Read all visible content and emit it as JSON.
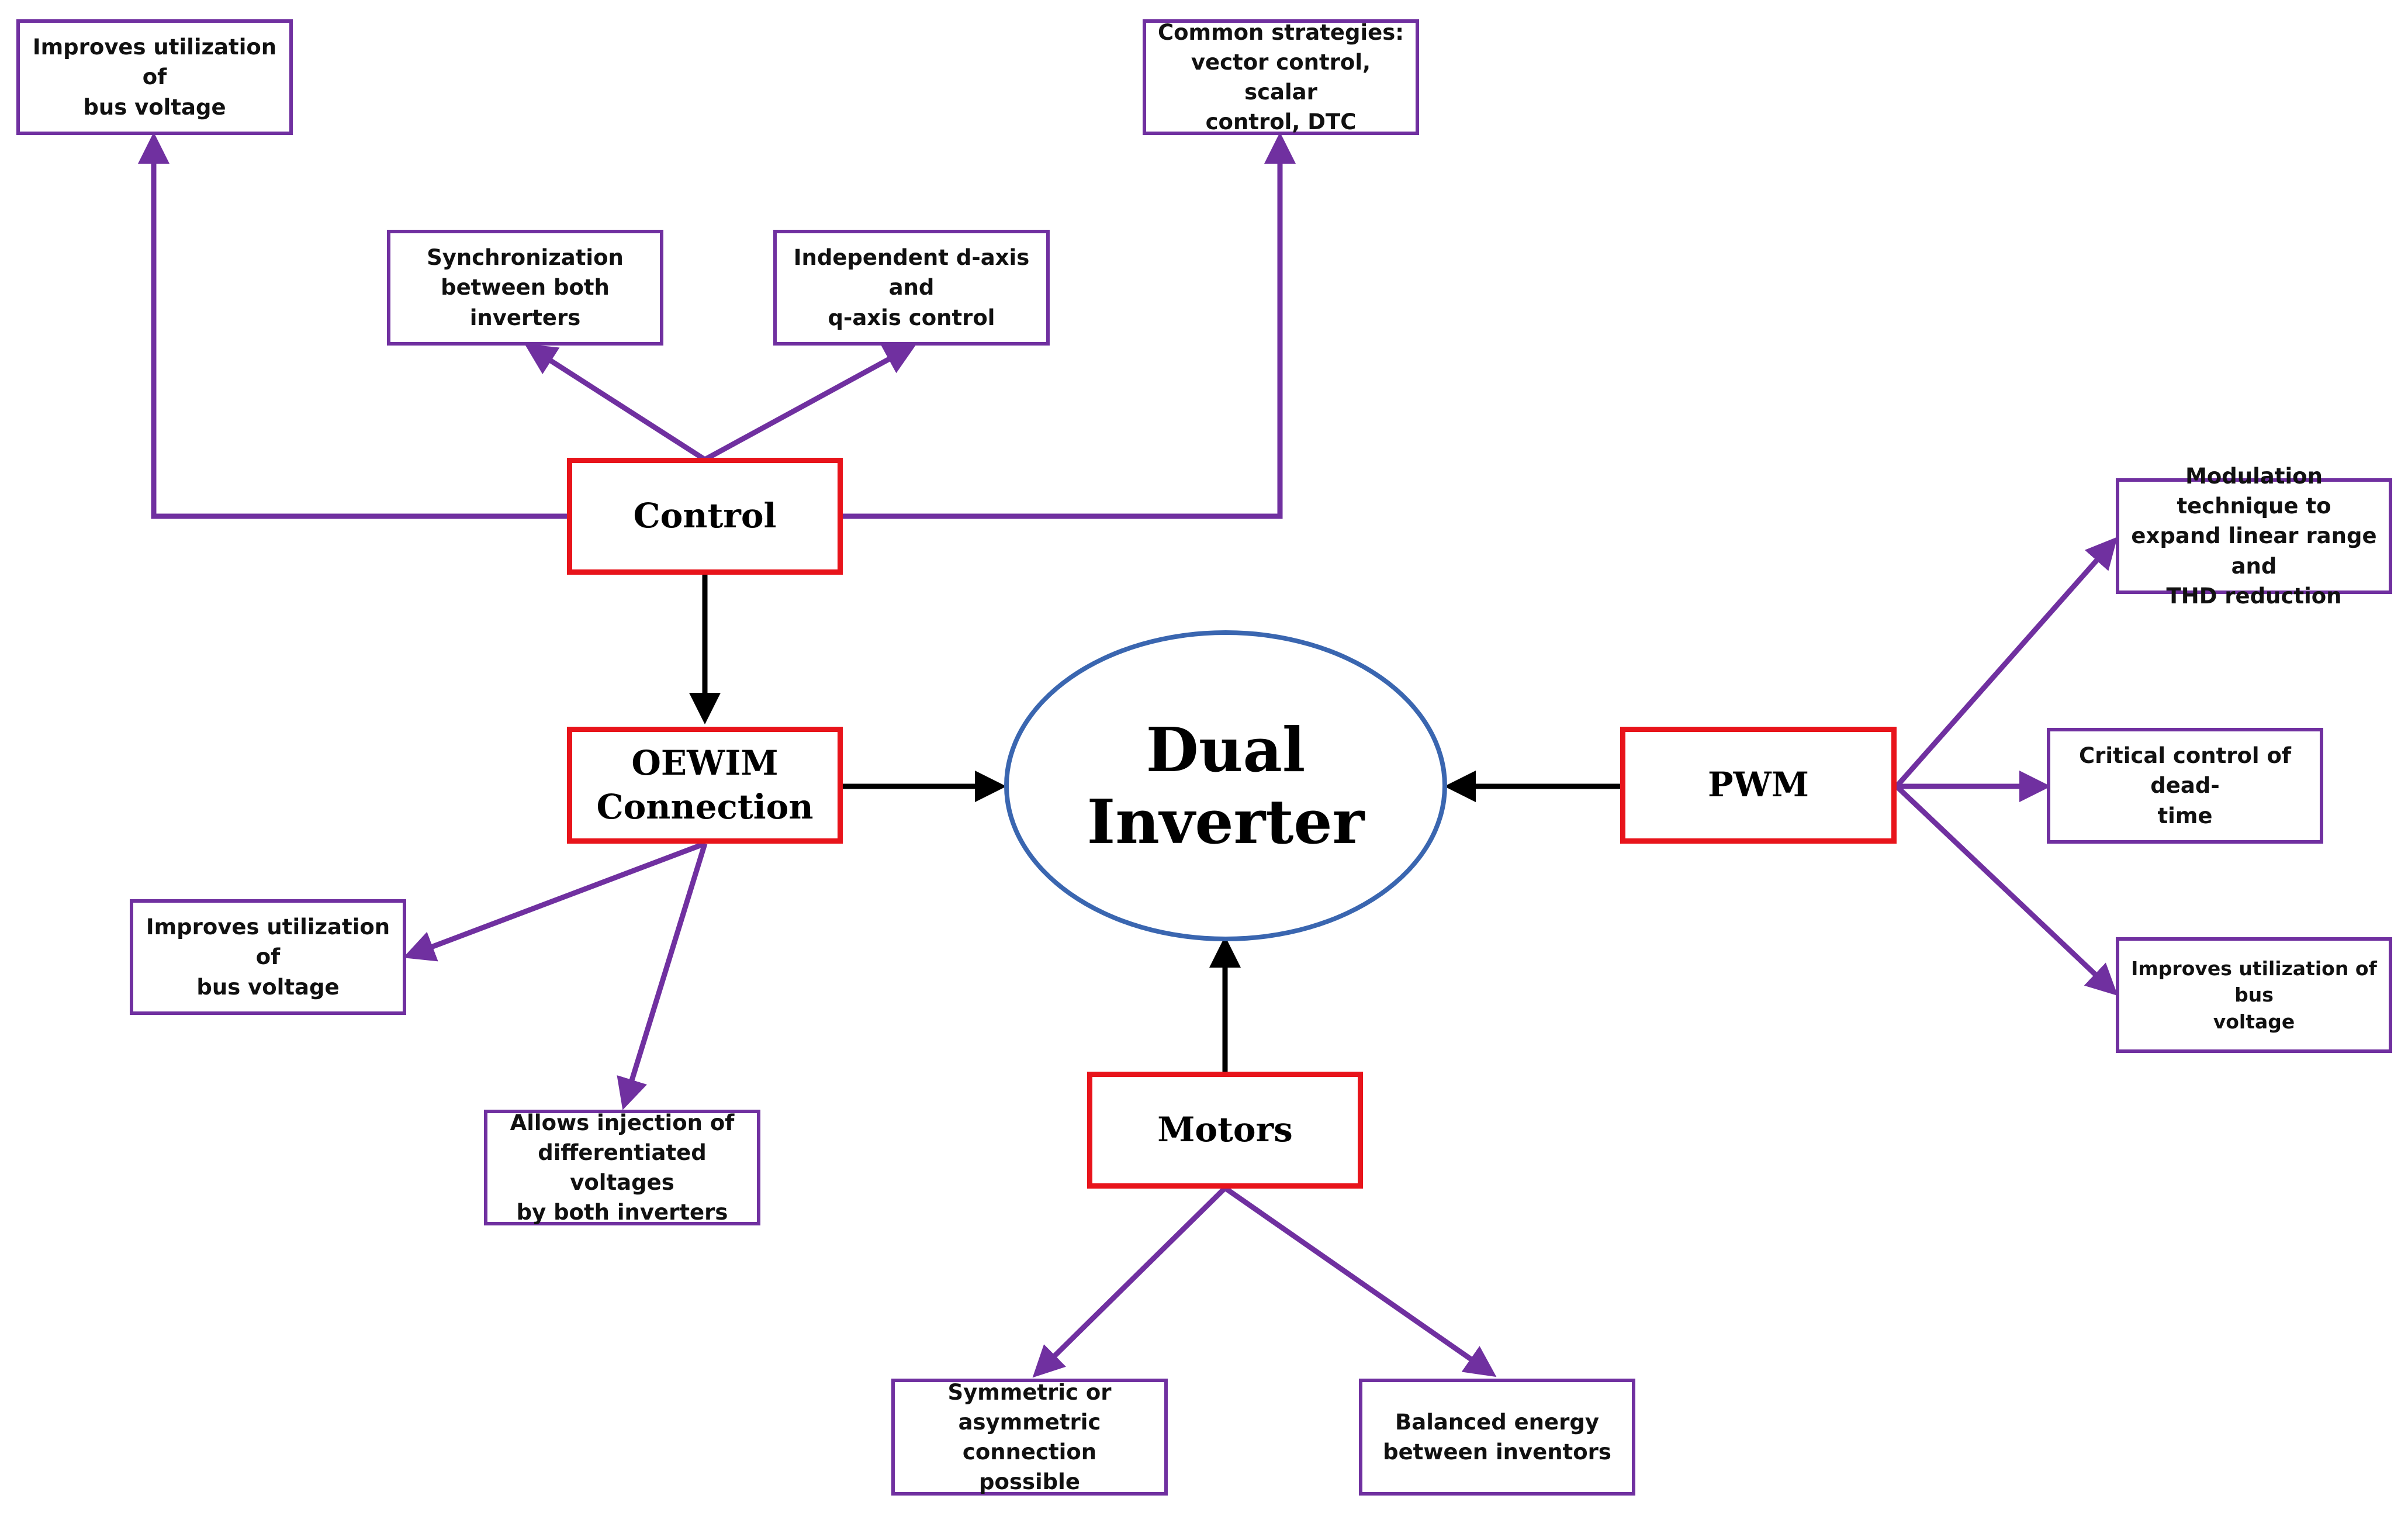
{
  "center": {
    "label": "Dual Inverter"
  },
  "hubs": {
    "control": "Control",
    "oewim": "OEWIM\nConnection",
    "pwm": "PWM",
    "motors": "Motors"
  },
  "leaves": {
    "control_bus_voltage": "Improves utilization of\nbus voltage",
    "control_strategies": "Common strategies:\nvector control, scalar\ncontrol, DTC",
    "control_sync": "Synchronization\nbetween both inverters",
    "control_dq": "Independent d-axis and\nq-axis control",
    "pwm_modulation": "Modulation technique to\nexpand linear range and\nTHD reduction",
    "pwm_deadtime": "Critical control of dead-\ntime",
    "pwm_bus_voltage": "Improves utilization of bus\nvoltage",
    "oewim_bus_voltage": "Improves utilization of\nbus voltage",
    "oewim_injection": "Allows injection of\ndifferentiated voltages\nby both inverters",
    "motors_symmetric": "Symmetric or\nasymmetric connection\npossible",
    "motors_balanced": "Balanced energy\nbetween inventors"
  },
  "colors": {
    "leaf_border": "#7030a0",
    "hub_border": "#e8141b",
    "center_border": "#3a66b0",
    "purple_arrow": "#7030a0",
    "black_arrow": "#000000"
  }
}
